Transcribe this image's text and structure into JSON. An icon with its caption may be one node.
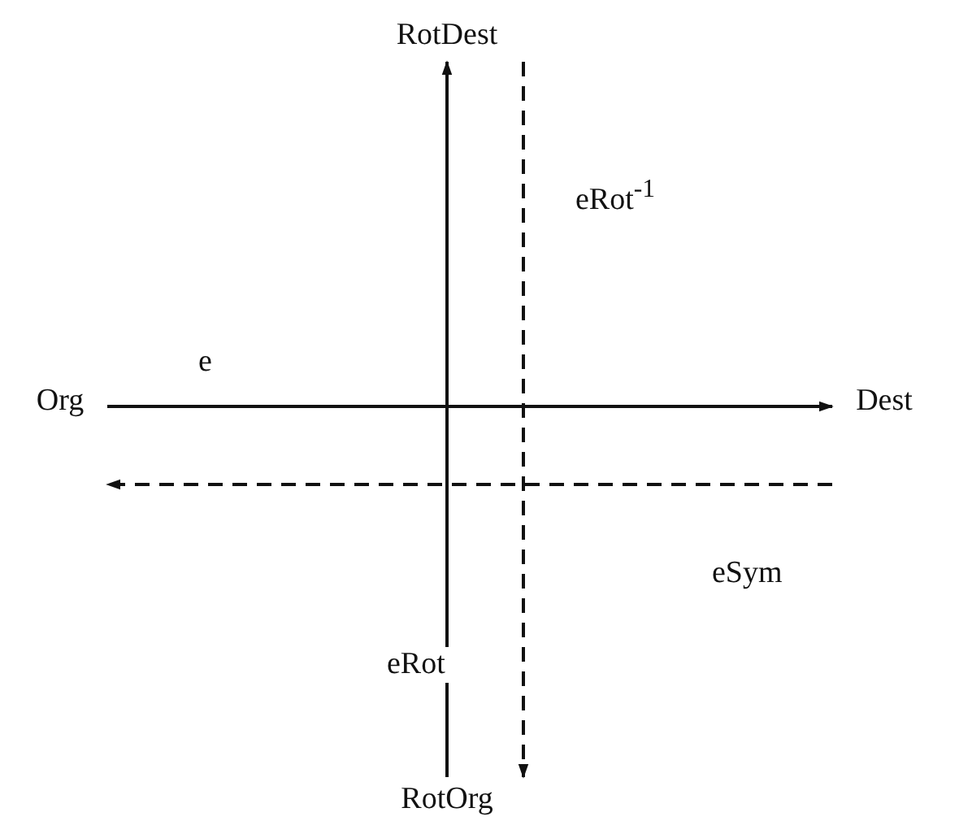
{
  "diagram": {
    "nodes": [
      {
        "text": [
          "RotDest"
        ]
      },
      {
        "text": [
          "Org"
        ]
      },
      {
        "text": [
          "Dest"
        ]
      },
      {
        "text": [
          "RotOrg"
        ]
      }
    ],
    "edges": [
      {
        "from": 1,
        "to": 2,
        "arrow": "to",
        "label": "e"
      },
      {
        "from": 2,
        "to": 1,
        "arrow": "to",
        "style": "dashed",
        "label": "eSym"
      },
      {
        "from": 3,
        "to": 0,
        "arrow": "to",
        "label": "eRot"
      },
      {
        "from": 0,
        "to": 3,
        "arrow": "to",
        "style": "dashed",
        "label": "eRot$^{-1}$"
      }
    ]
  }
}
